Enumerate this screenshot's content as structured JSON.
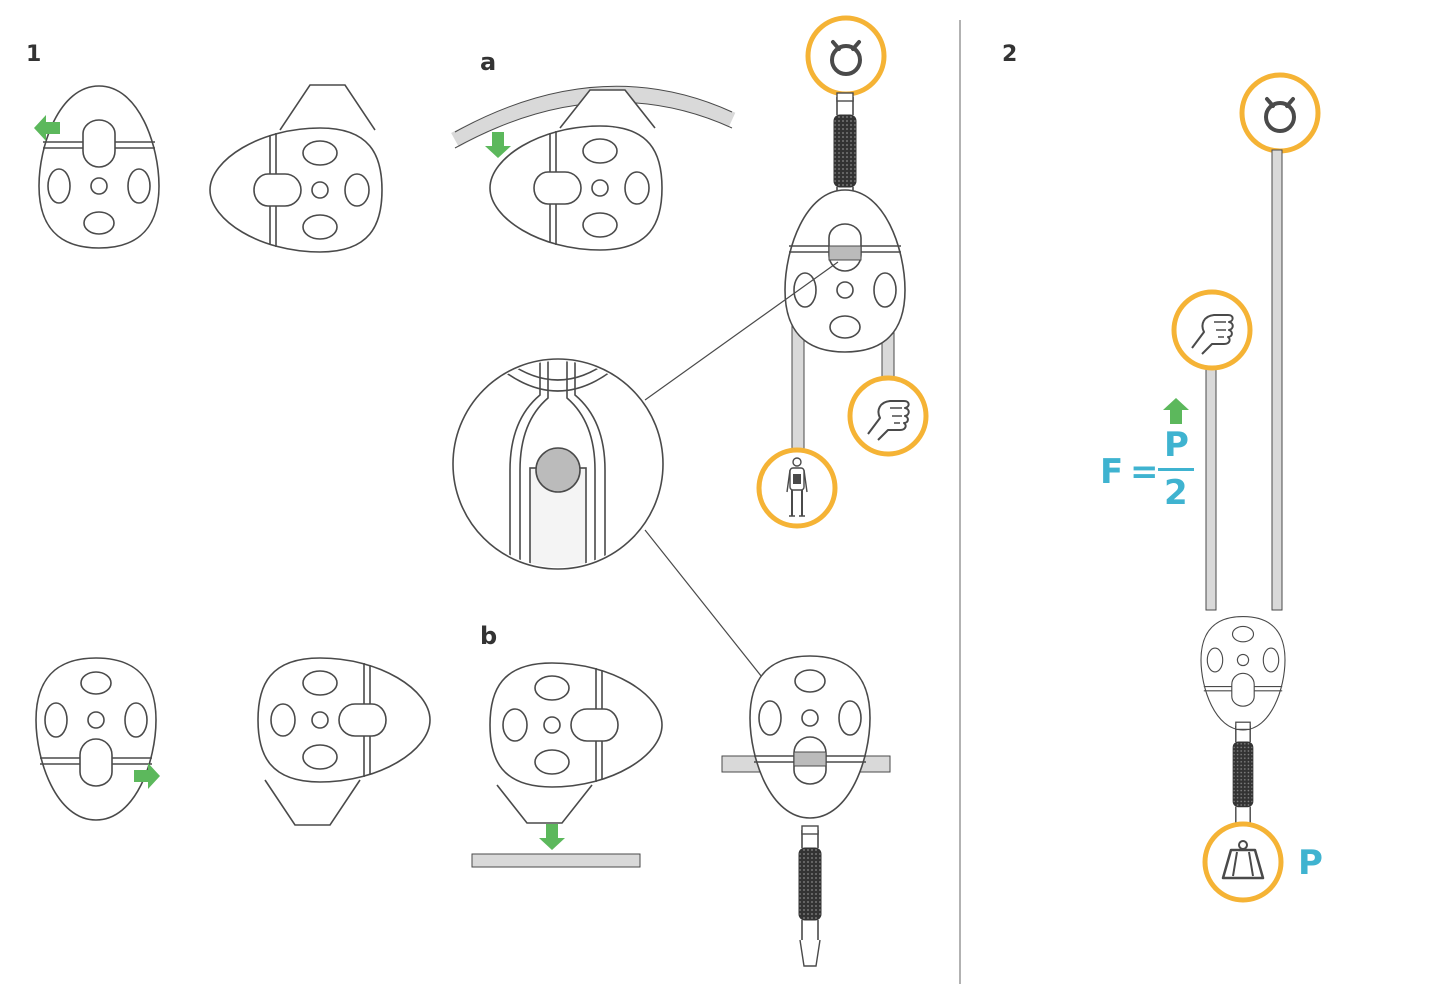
{
  "labels": {
    "step1": "1",
    "step_a": "a",
    "step_b": "b",
    "step2": "2"
  },
  "formula": {
    "force": "F",
    "equals": "=",
    "numerator": "P",
    "denominator": "2"
  },
  "load_label": "P",
  "icons": [
    "anchor-icon",
    "hand-pull-icon",
    "person-icon",
    "weight-icon"
  ],
  "colors": {
    "line": "#4a4a4a",
    "rope": "#d0d0d0",
    "accent": "#f5b335",
    "arrow": "#5cb85c",
    "formula": "#3fb3d0"
  }
}
